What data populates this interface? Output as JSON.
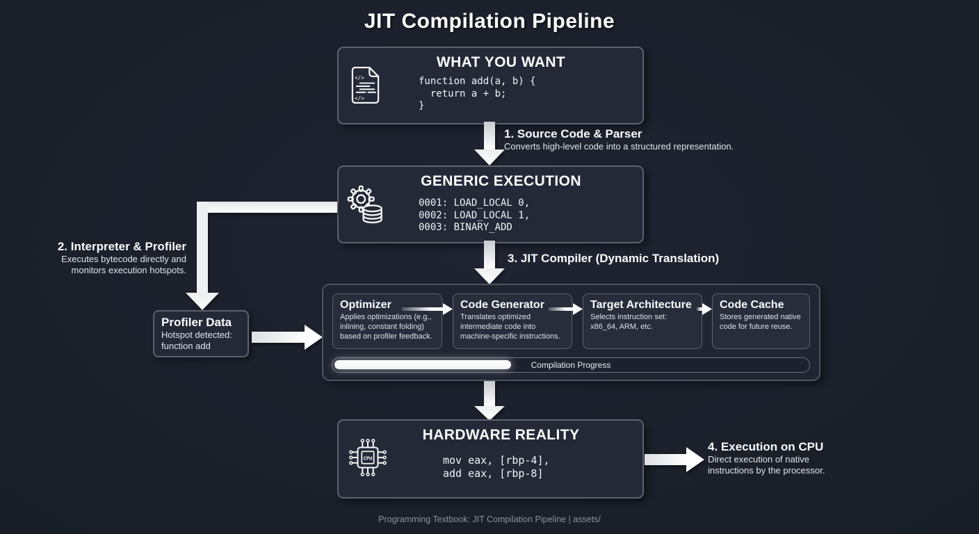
{
  "page": {
    "title": "JIT Compilation Pipeline",
    "footer": "Programming Textbook: JIT Compilation Pipeline | assets/"
  },
  "colors": {
    "background": "#1b202b",
    "box_fill": "#242937",
    "box_border": "#5d6370",
    "container_fill": "#202532",
    "arrow": "#ffffff",
    "text_primary": "#fafbfc",
    "text_secondary": "#e3e5e9",
    "footer_text": "#8c929d"
  },
  "icons": {
    "source": "code-file-icon",
    "bytecode": "gear-database-icon",
    "hardware": "cpu-chip-icon"
  },
  "boxes": {
    "source": {
      "title": "WHAT YOU WANT",
      "code": [
        "function add(a, b) {",
        "  return a + b;",
        "}"
      ]
    },
    "bytecode": {
      "title": "GENERIC EXECUTION",
      "code": [
        "0001: LOAD_LOCAL 0,",
        "0002: LOAD_LOCAL 1,",
        "0003: BINARY_ADD"
      ]
    },
    "hardware": {
      "title": "HARDWARE REALITY",
      "code": [
        "mov eax, [rbp-4],",
        "add eax, [rbp-8]"
      ]
    }
  },
  "steps": {
    "step1": {
      "title": "1. Source Code & Parser",
      "desc": "Converts high-level code into a structured representation."
    },
    "step2": {
      "title": "2. Interpreter & Profiler",
      "desc": "Executes bytecode directly and monitors execution hotspots."
    },
    "step3": {
      "title": "3. JIT Compiler (Dynamic Translation)"
    },
    "step4": {
      "title": "4. Execution on CPU",
      "desc_line1": "Direct execution of native",
      "desc_line2": "instructions by the processor."
    }
  },
  "profiler": {
    "title": "Profiler Data",
    "desc_line1": "Hotspot detected:",
    "desc_line2": "function add"
  },
  "jit_stages": [
    {
      "title": "Optimizer",
      "desc": "Applies optimizations (e.g., inlining, constant folding) based on profiler feedback."
    },
    {
      "title": "Code Generator",
      "desc": "Translates optimized intermediate code into machine-specific instructions."
    },
    {
      "title": "Target Architecture",
      "desc": "Selects instruction set: x86_64, ARM, etc."
    },
    {
      "title": "Code Cache",
      "desc": "Stores generated native code for future reuse."
    }
  ],
  "progress": {
    "label": "Compilation Progress",
    "percent": 37
  }
}
